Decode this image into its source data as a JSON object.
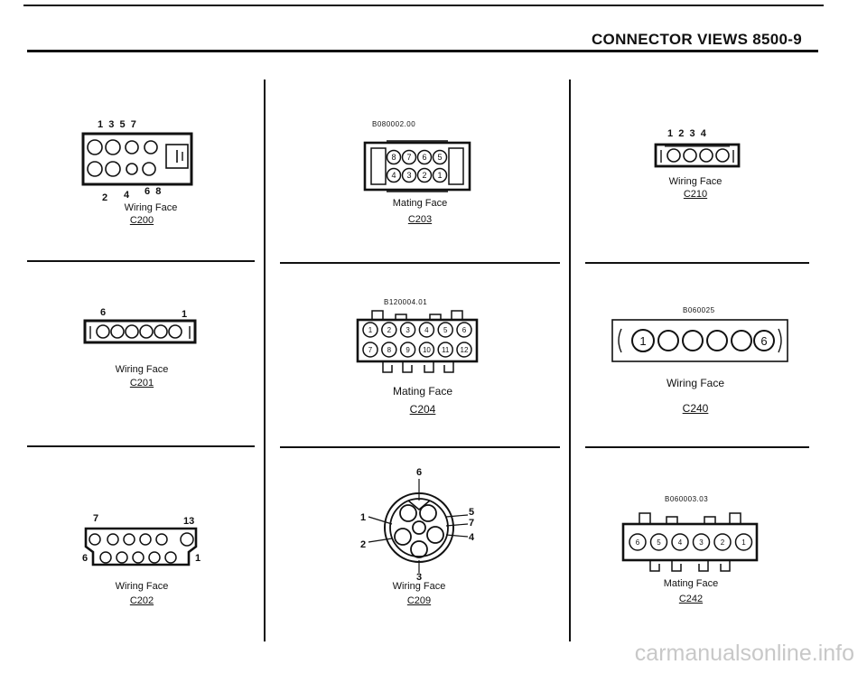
{
  "header": {
    "title": "CONNECTOR VIEWS  8500-9"
  },
  "labels": {
    "wiring_face": "Wiring Face",
    "mating_face": "Mating Face"
  },
  "connectors": {
    "c200": {
      "id": "C200",
      "pin_top": "1  3  5  7",
      "pin_bottom_left": "2",
      "pin_bottom_mid": "4",
      "pin_bottom_right": "6  8"
    },
    "c201": {
      "id": "C201",
      "pin_left": "6",
      "pin_right": "1"
    },
    "c202": {
      "id": "C202",
      "pin_top_left": "7",
      "pin_top_right": "13",
      "pin_bottom_left": "6",
      "pin_bottom_right": "1"
    },
    "c203": {
      "id": "C203",
      "code": "B080002.00",
      "pins_top": [
        "8",
        "7",
        "6",
        "5"
      ],
      "pins_bottom": [
        "4",
        "3",
        "2",
        "1"
      ]
    },
    "c204": {
      "id": "C204",
      "code": "B120004.01",
      "pins_top": [
        "1",
        "2",
        "3",
        "4",
        "5",
        "6"
      ],
      "pins_bottom": [
        "7",
        "8",
        "9",
        "10",
        "11",
        "12"
      ]
    },
    "c209": {
      "id": "C209",
      "pins": [
        "6",
        "1",
        "5",
        "7",
        "2",
        "4",
        "3"
      ]
    },
    "c210": {
      "id": "C210",
      "pin_top": "1  2  3  4"
    },
    "c240": {
      "id": "C240",
      "code": "B060025",
      "pins": [
        "1",
        "6"
      ]
    },
    "c242": {
      "id": "C242",
      "code": "B060003.03",
      "pins": [
        "6",
        "5",
        "4",
        "3",
        "2",
        "1"
      ]
    }
  },
  "watermark": "carmanualsonline.info"
}
